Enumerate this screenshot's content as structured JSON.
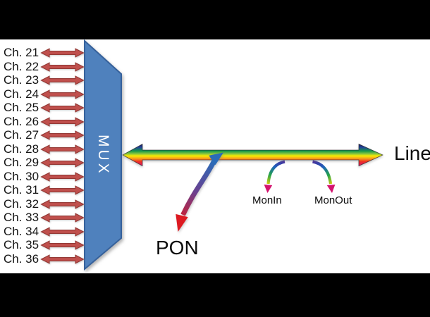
{
  "diagram": {
    "channels": [
      "Ch. 21",
      "Ch. 22",
      "Ch. 23",
      "Ch. 24",
      "Ch. 25",
      "Ch. 26",
      "Ch. 27",
      "Ch. 28",
      "Ch. 29",
      "Ch. 30",
      "Ch. 31",
      "Ch. 32",
      "Ch. 33",
      "Ch. 34",
      "Ch. 35",
      "Ch. 36"
    ],
    "mux_label": "MUX",
    "line_label": "Line",
    "pon_label": "PON",
    "mon_in_label": "MonIn",
    "mon_out_label": "MonOut",
    "colors": {
      "letterbox": "#000000",
      "background": "#ffffff",
      "label_text": "#0d0d0d",
      "mux_fill": "#4f81bd",
      "mux_border": "#36619b",
      "mux_text": "#ffffff",
      "channel_arrow_fill": "#c0504d",
      "channel_arrow_border": "#943a36",
      "rainbow": [
        "#181c55",
        "#233f9d",
        "#16994a",
        "#8cc63e",
        "#f7ec00",
        "#f8a01c",
        "#ee3124",
        "#d8156c"
      ],
      "mon_arc": [
        "#45279c",
        "#1f63bb",
        "#23a24c",
        "#f2d800"
      ],
      "mon_arrowhead": "#d4136e",
      "pon_blue": "#2b6cb8",
      "pon_purple": "#6b3f8f",
      "pon_red": "#dd1a21"
    }
  }
}
